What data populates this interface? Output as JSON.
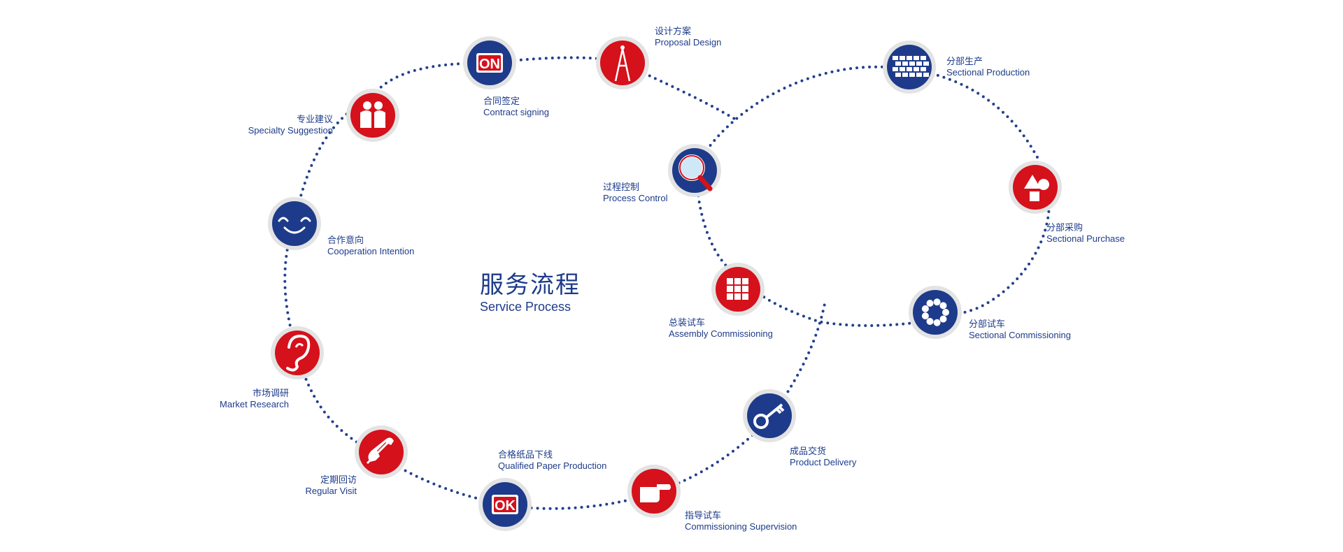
{
  "title": {
    "cn": "服务流程",
    "en": "Service Process"
  },
  "colors": {
    "red": "#d5111b",
    "blue": "#1d3b8a",
    "ring": "#e3e3e3",
    "dots": "#223f8f"
  },
  "steps": [
    {
      "id": "contract",
      "cn": "合同签定",
      "en": "Contract signing",
      "icon": "on-sign-icon",
      "color": "blue"
    },
    {
      "id": "proposal",
      "cn": "设计方案",
      "en": "Proposal Design",
      "icon": "compass-icon",
      "color": "red"
    },
    {
      "id": "specialty",
      "cn": "专业建议",
      "en": "Specialty Suggestion",
      "icon": "people-icon",
      "color": "red"
    },
    {
      "id": "cooperation",
      "cn": "合作意向",
      "en": "Cooperation Intention",
      "icon": "smile-icon",
      "color": "blue"
    },
    {
      "id": "market",
      "cn": "市场调研",
      "en": "Market Research",
      "icon": "ear-icon",
      "color": "red"
    },
    {
      "id": "visit",
      "cn": "定期回访",
      "en": "Regular Visit",
      "icon": "phone-icon",
      "color": "red"
    },
    {
      "id": "qualified",
      "cn": "合格纸品下线",
      "en": "Qualified Paper Production",
      "icon": "ok-sign-icon",
      "color": "blue"
    },
    {
      "id": "supervision",
      "cn": "指导试车",
      "en": "Commissioning  Supervision",
      "icon": "pointing-hand-icon",
      "color": "red"
    },
    {
      "id": "delivery",
      "cn": "成品交货",
      "en": "Product Delivery",
      "icon": "key-icon",
      "color": "blue"
    },
    {
      "id": "assembly",
      "cn": "总装试车",
      "en": "Assembly Commissioning",
      "icon": "grid-icon",
      "color": "red"
    },
    {
      "id": "process",
      "cn": "过程控制",
      "en": "Process Control",
      "icon": "magnifier-icon",
      "color": "blue"
    },
    {
      "id": "sec-production",
      "cn": "分部生产",
      "en": "Sectional Production",
      "icon": "bricks-icon",
      "color": "blue"
    },
    {
      "id": "sec-purchase",
      "cn": "分部采购",
      "en": "Sectional Purchase",
      "icon": "shapes-icon",
      "color": "red"
    },
    {
      "id": "sec-commissioning",
      "cn": "分部试车",
      "en": "Sectional Commissioning",
      "icon": "dots-ring-icon",
      "color": "blue"
    }
  ]
}
